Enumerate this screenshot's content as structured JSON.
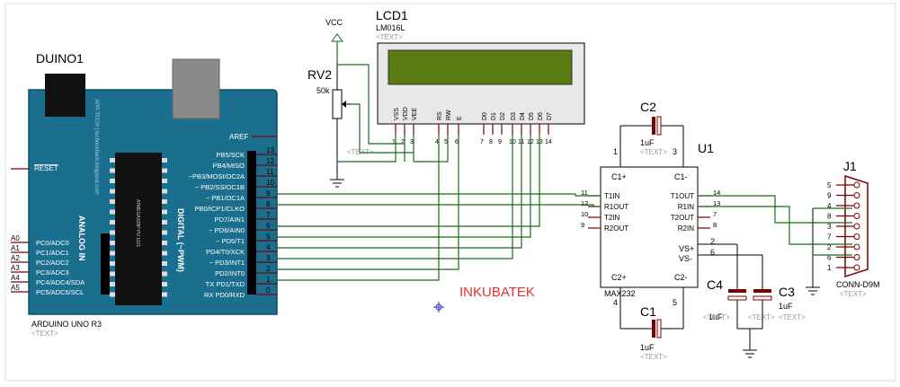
{
  "title_duino": "DUINO1",
  "title_lcd": "LCD1",
  "lcd_model": "LM016L",
  "text_placeholder": "<TEXT>",
  "vcc": "VCC",
  "rv2": "RV2",
  "rv2_value": "50k",
  "c2": "C2",
  "c1": "C1",
  "c3": "C3",
  "c4": "C4",
  "cap_value": "1uF",
  "u1": "U1",
  "u1_model": "MAX232",
  "j1": "J1",
  "j1_model": "CONN-D9M",
  "watermark": "INKUBATEK",
  "arduino_model": "ARDUINO UNO R3",
  "arduino_site": "APR-TECH | technoshack.blogspot.com",
  "chip_label": "ATMEGA328P-PU 1121",
  "digital_label": "DIGITAL (~PWM)",
  "analog_label": "ANALOG IN",
  "aref": "AREF",
  "reset": "RESET",
  "lcd_pins": [
    "VSS",
    "VDD",
    "VEE",
    "RS",
    "RW",
    "E",
    "D0",
    "D1",
    "D2",
    "D3",
    "D4",
    "D5",
    "D6",
    "D7"
  ],
  "lcd_pin_numbers": [
    "1",
    "2",
    "3",
    "4",
    "5",
    "6",
    "7",
    "8",
    "9",
    "10",
    "11",
    "12",
    "13",
    "14"
  ],
  "digital_pins": [
    {
      "name": "PB5/SCK",
      "num": "13"
    },
    {
      "name": "PB4/MISO",
      "num": "12"
    },
    {
      "name": "~PB3/MOSI/OC2A",
      "num": "11"
    },
    {
      "name": "~ PB2/SS/OC1B",
      "num": "10"
    },
    {
      "name": "~ PB1/OC1A",
      "num": "9"
    },
    {
      "name": "PB0/ICP1/CLKO",
      "num": "8"
    },
    {
      "name": "PD7/AIN1",
      "num": "7"
    },
    {
      "name": "~ PD6/AIN0",
      "num": "6"
    },
    {
      "name": "~ PD5/T1",
      "num": "5"
    },
    {
      "name": "PD4/T0/XCK",
      "num": "4"
    },
    {
      "name": "~ PD3/INT1",
      "num": "3"
    },
    {
      "name": "PD2/INT0",
      "num": "2"
    },
    {
      "name": "TX PD1/TXD",
      "num": "1"
    },
    {
      "name": "RX PD0/RXD",
      "num": "0"
    }
  ],
  "analog_pins": [
    {
      "name": "PC0/ADC0",
      "num": "A0"
    },
    {
      "name": "PC1/ADC1",
      "num": "A1"
    },
    {
      "name": "PC2/ADC2",
      "num": "A2"
    },
    {
      "name": "PC3/ADC3",
      "num": "A3"
    },
    {
      "name": "PC4/ADC4/SDA",
      "num": "A4"
    },
    {
      "name": "PC5/ADC5/SCL",
      "num": "A5"
    }
  ],
  "max232_left": [
    {
      "name": "T1IN",
      "num": "11"
    },
    {
      "name": "R1OUT",
      "num": "12"
    },
    {
      "name": "T2IN",
      "num": "10"
    },
    {
      "name": "R2OUT",
      "num": "9"
    }
  ],
  "max232_right": [
    {
      "name": "T1OUT",
      "num": "14"
    },
    {
      "name": "R1IN",
      "num": "13"
    },
    {
      "name": "T2OUT",
      "num": "7"
    },
    {
      "name": "R2IN",
      "num": "8"
    }
  ],
  "max232_misc": {
    "c1p": "C1+",
    "c1m": "C1-",
    "c2p": "C2+",
    "c2m": "C2-",
    "vsp": "VS+",
    "vsm": "VS-",
    "n1": "1",
    "n3": "3",
    "n4": "4",
    "n5": "5",
    "n2": "2",
    "n6": "6"
  },
  "db9_pins": [
    "5",
    "9",
    "4",
    "8",
    "3",
    "7",
    "2",
    "6",
    "1"
  ]
}
